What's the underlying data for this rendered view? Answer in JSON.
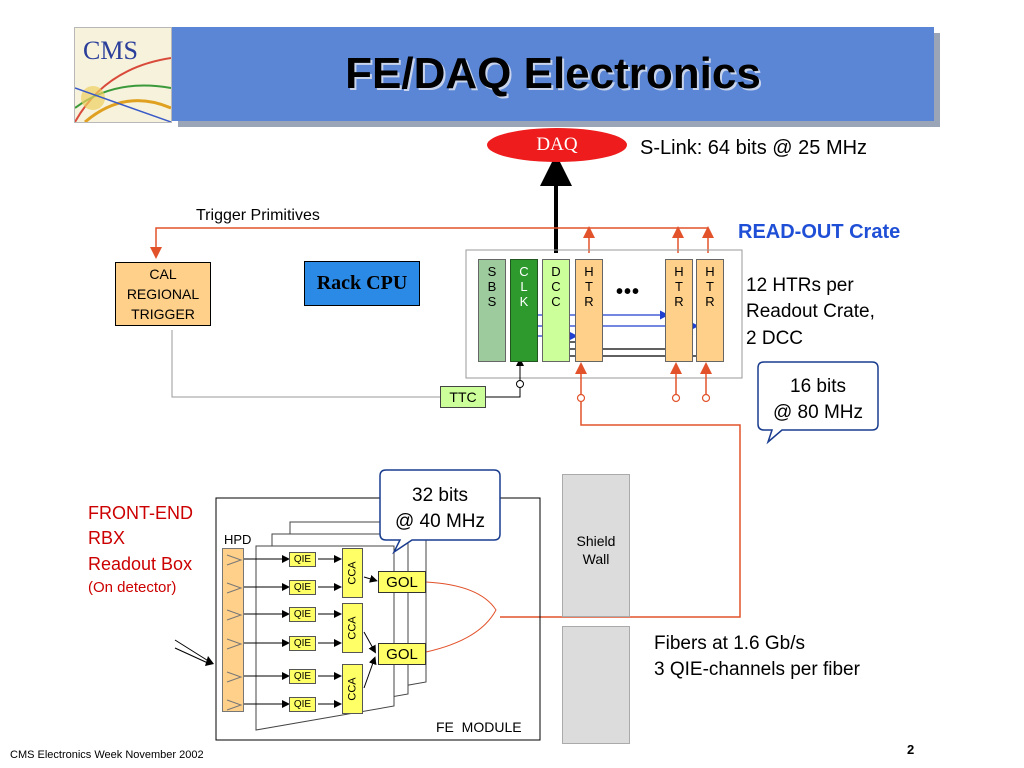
{
  "title": "FE/DAQ Electronics",
  "logo": "CMS",
  "daq": {
    "label": "DAQ",
    "slink": "S-Link: 64 bits @ 25 MHz"
  },
  "trigger_primitives": "Trigger Primitives",
  "readout_crate_label": "READ-OUT Crate",
  "cal_trigger": [
    "CAL",
    "REGIONAL",
    "TRIGGER"
  ],
  "rack_cpu": "Rack CPU",
  "crate_cards": {
    "sbs": [
      "S",
      "B",
      "S"
    ],
    "clk": [
      "C",
      "L",
      "K"
    ],
    "dcc": [
      "D",
      "C",
      "C"
    ],
    "htr": [
      "H",
      "T",
      "R"
    ],
    "ellipsis": "•••"
  },
  "htr_note": [
    "12 HTRs per",
    "Readout Crate,",
    "2 DCC"
  ],
  "ttc": "TTC",
  "callout_16": [
    "16 bits",
    "@ 80 MHz"
  ],
  "callout_32": [
    "32 bits",
    "@ 40 MHz"
  ],
  "front_end": {
    "line1": "FRONT-END",
    "line2": "RBX",
    "line3": "Readout Box",
    "line4": "(On detector)"
  },
  "hpd": "HPD",
  "qie": "QIE",
  "cca": "CCA",
  "gol": "GOL",
  "fe_module": "FE  MODULE",
  "shield_wall": [
    "Shield",
    "Wall"
  ],
  "fibers": [
    "Fibers at 1.6 Gb/s",
    "3 QIE-channels per fiber"
  ],
  "footer": "CMS Electronics Week November 2002",
  "page_number": "2",
  "colors": {
    "title_bar": "#5b86d6",
    "red_line": "#e2522b",
    "front_end_text": "#cc0000",
    "readout_label": "#1f4fd6",
    "htr_fill": "#ffd08a",
    "clk_fill": "#2e9a2e",
    "sbs_fill": "#9ecb9e",
    "dcc_fill": "#ccff99"
  }
}
